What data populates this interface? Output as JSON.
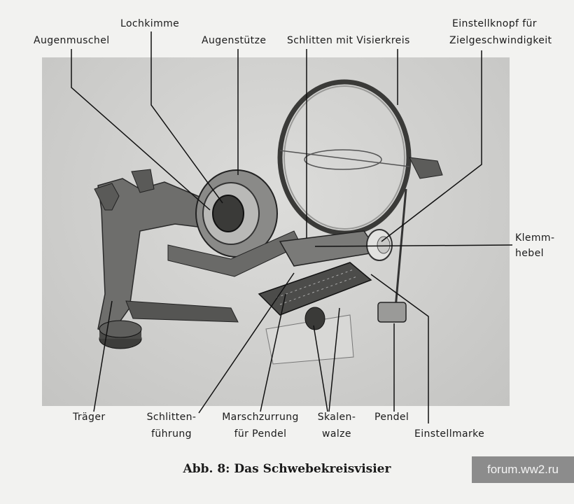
{
  "labels": {
    "lochkimme": "Lochkimme",
    "augenmuschel": "Augenmuschel",
    "augenstuetze": "Augenstütze",
    "schlitten": "Schlitten mit Visierkreis",
    "einstellknopf_l1": "Einstellknopf für",
    "einstellknopf_l2": "Zielgeschwindigkeit",
    "klemm_l1": "Klemm-",
    "klemm_l2": "hebel",
    "traeger": "Träger",
    "schlittenfuehrung_l1": "Schlitten-",
    "schlittenfuehrung_l2": "führung",
    "marsch_l1": "Marschzurrung",
    "marsch_l2": "für Pendel",
    "skalen_l1": "Skalen-",
    "skalen_l2": "walze",
    "pendel": "Pendel",
    "einstellmarke": "Einstellmarke"
  },
  "caption": "Abb. 8: Das Schwebekreisvisier",
  "watermark": "forum.ww2.ru"
}
